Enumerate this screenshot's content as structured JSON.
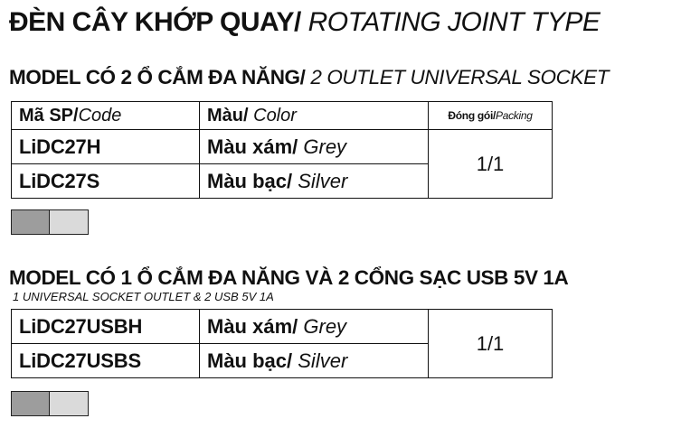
{
  "title": {
    "bold": "ĐÈN CÂY  KHỚP QUAY/",
    "italic": " ROTATING JOINT TYPE"
  },
  "sections": [
    {
      "heading_bold": "MODEL CÓ 2 Ổ CẮM ĐA NĂNG/",
      "heading_italic": " 2 OUTLET UNIVERSAL SOCKET",
      "subheading": "",
      "header": {
        "code_bold": "Mã SP/",
        "code_italic": "Code",
        "color_bold": "Màu/",
        "color_italic": " Color",
        "pack_bold": "Đóng gói/",
        "pack_italic": "Packing"
      },
      "rows": [
        {
          "code": "LiDC27H",
          "color_vi": "Màu xám/",
          "color_en": " Grey"
        },
        {
          "code": "LiDC27S",
          "color_vi": "Màu bạc/",
          "color_en": " Silver"
        }
      ],
      "packing": "1/1",
      "swatches": [
        "#9d9d9d",
        "#dadada"
      ]
    },
    {
      "heading_bold": "MODEL CÓ 1 Ổ CẮM ĐA NĂNG VÀ 2 CỔNG SẠC USB 5V 1A",
      "heading_italic": "",
      "subheading": "1 UNIVERSAL SOCKET OUTLET  & 2 USB   5V   1A",
      "rows": [
        {
          "code": "LiDC27USBH",
          "color_vi": "Màu xám/",
          "color_en": " Grey"
        },
        {
          "code": "LiDC27USBS",
          "color_vi": "Màu bạc/",
          "color_en": " Silver"
        }
      ],
      "packing": "1/1",
      "swatches": [
        "#9d9d9d",
        "#dadada"
      ]
    }
  ]
}
